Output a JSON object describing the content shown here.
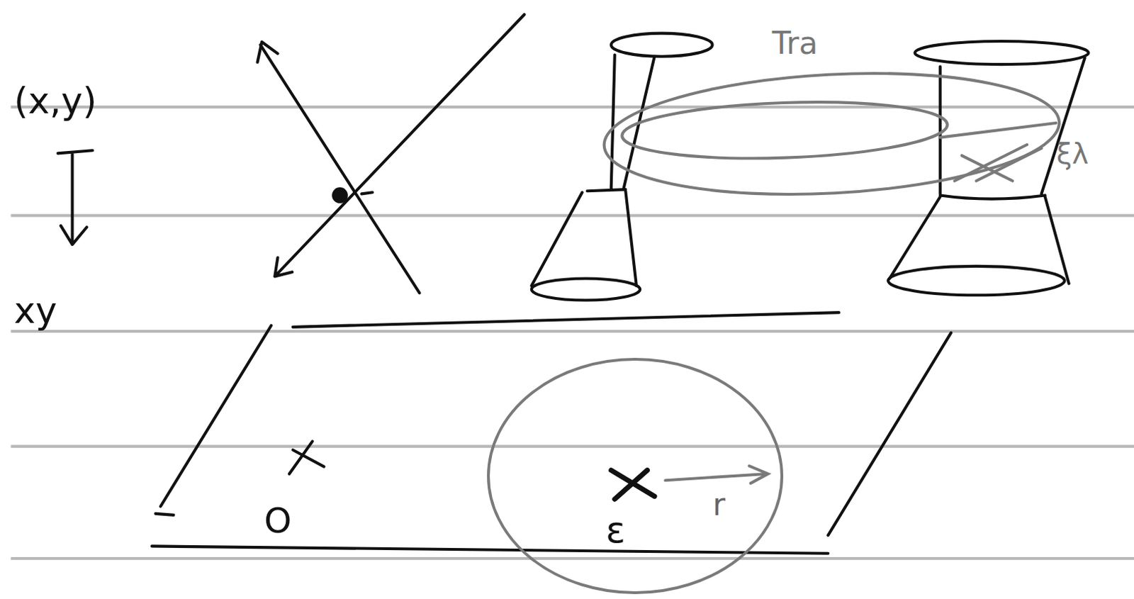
{
  "diagram": {
    "nodes": [
      {
        "text": [
          "ε",
          "r"
        ]
      }
    ],
    "labels": [
      "(x,y)",
      "xy",
      "O",
      "Tra",
      "ξλ"
    ]
  }
}
